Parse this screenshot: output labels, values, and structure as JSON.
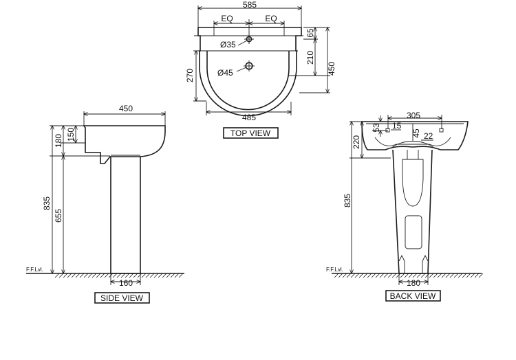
{
  "views": {
    "top": {
      "title": "TOP VIEW",
      "dims": {
        "overall_width": "585",
        "eq_left": "EQ",
        "eq_right": "EQ",
        "tap_hole": "Ø35",
        "waste_hole": "Ø45",
        "depth_left": "270",
        "basin_width": "485",
        "tap_offset": "65",
        "bowl_depth": "210",
        "overall_depth": "450"
      }
    },
    "side": {
      "title": "SIDE VIEW",
      "dims": {
        "projection": "450",
        "rim_height": "180",
        "bowl_height": "150",
        "total_height": "835",
        "pedestal_height": "655",
        "pedestal_width": "160"
      },
      "floor_label": "F.F.Lvl."
    },
    "back": {
      "title": "BACK VIEW",
      "dims": {
        "fixing_centres": "305",
        "d53": "53",
        "d15": "15",
        "d45": "45",
        "d22": "22",
        "rim_height": "220",
        "total_height": "835",
        "base_width": "180"
      },
      "floor_label": "F.F.Lvl."
    }
  }
}
